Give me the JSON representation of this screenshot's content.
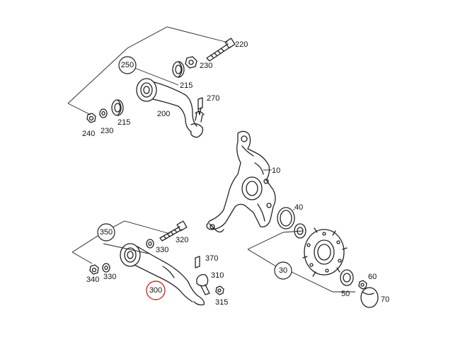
{
  "labels": {
    "n10": "10",
    "n30": "30",
    "n40": "40",
    "n50": "50",
    "n60": "60",
    "n70": "70",
    "n200": "200",
    "n215a": "215",
    "n215b": "215",
    "n220": "220",
    "n230a": "230",
    "n230b": "230",
    "n240": "240",
    "n250": "250",
    "n270": "270",
    "n300": "300",
    "n310": "310",
    "n315": "315",
    "n320": "320",
    "n330a": "330",
    "n330b": "330",
    "n340": "340",
    "n350": "350",
    "n370": "370"
  },
  "colors": {
    "line": "#222222",
    "highlight": "#d9262c"
  }
}
